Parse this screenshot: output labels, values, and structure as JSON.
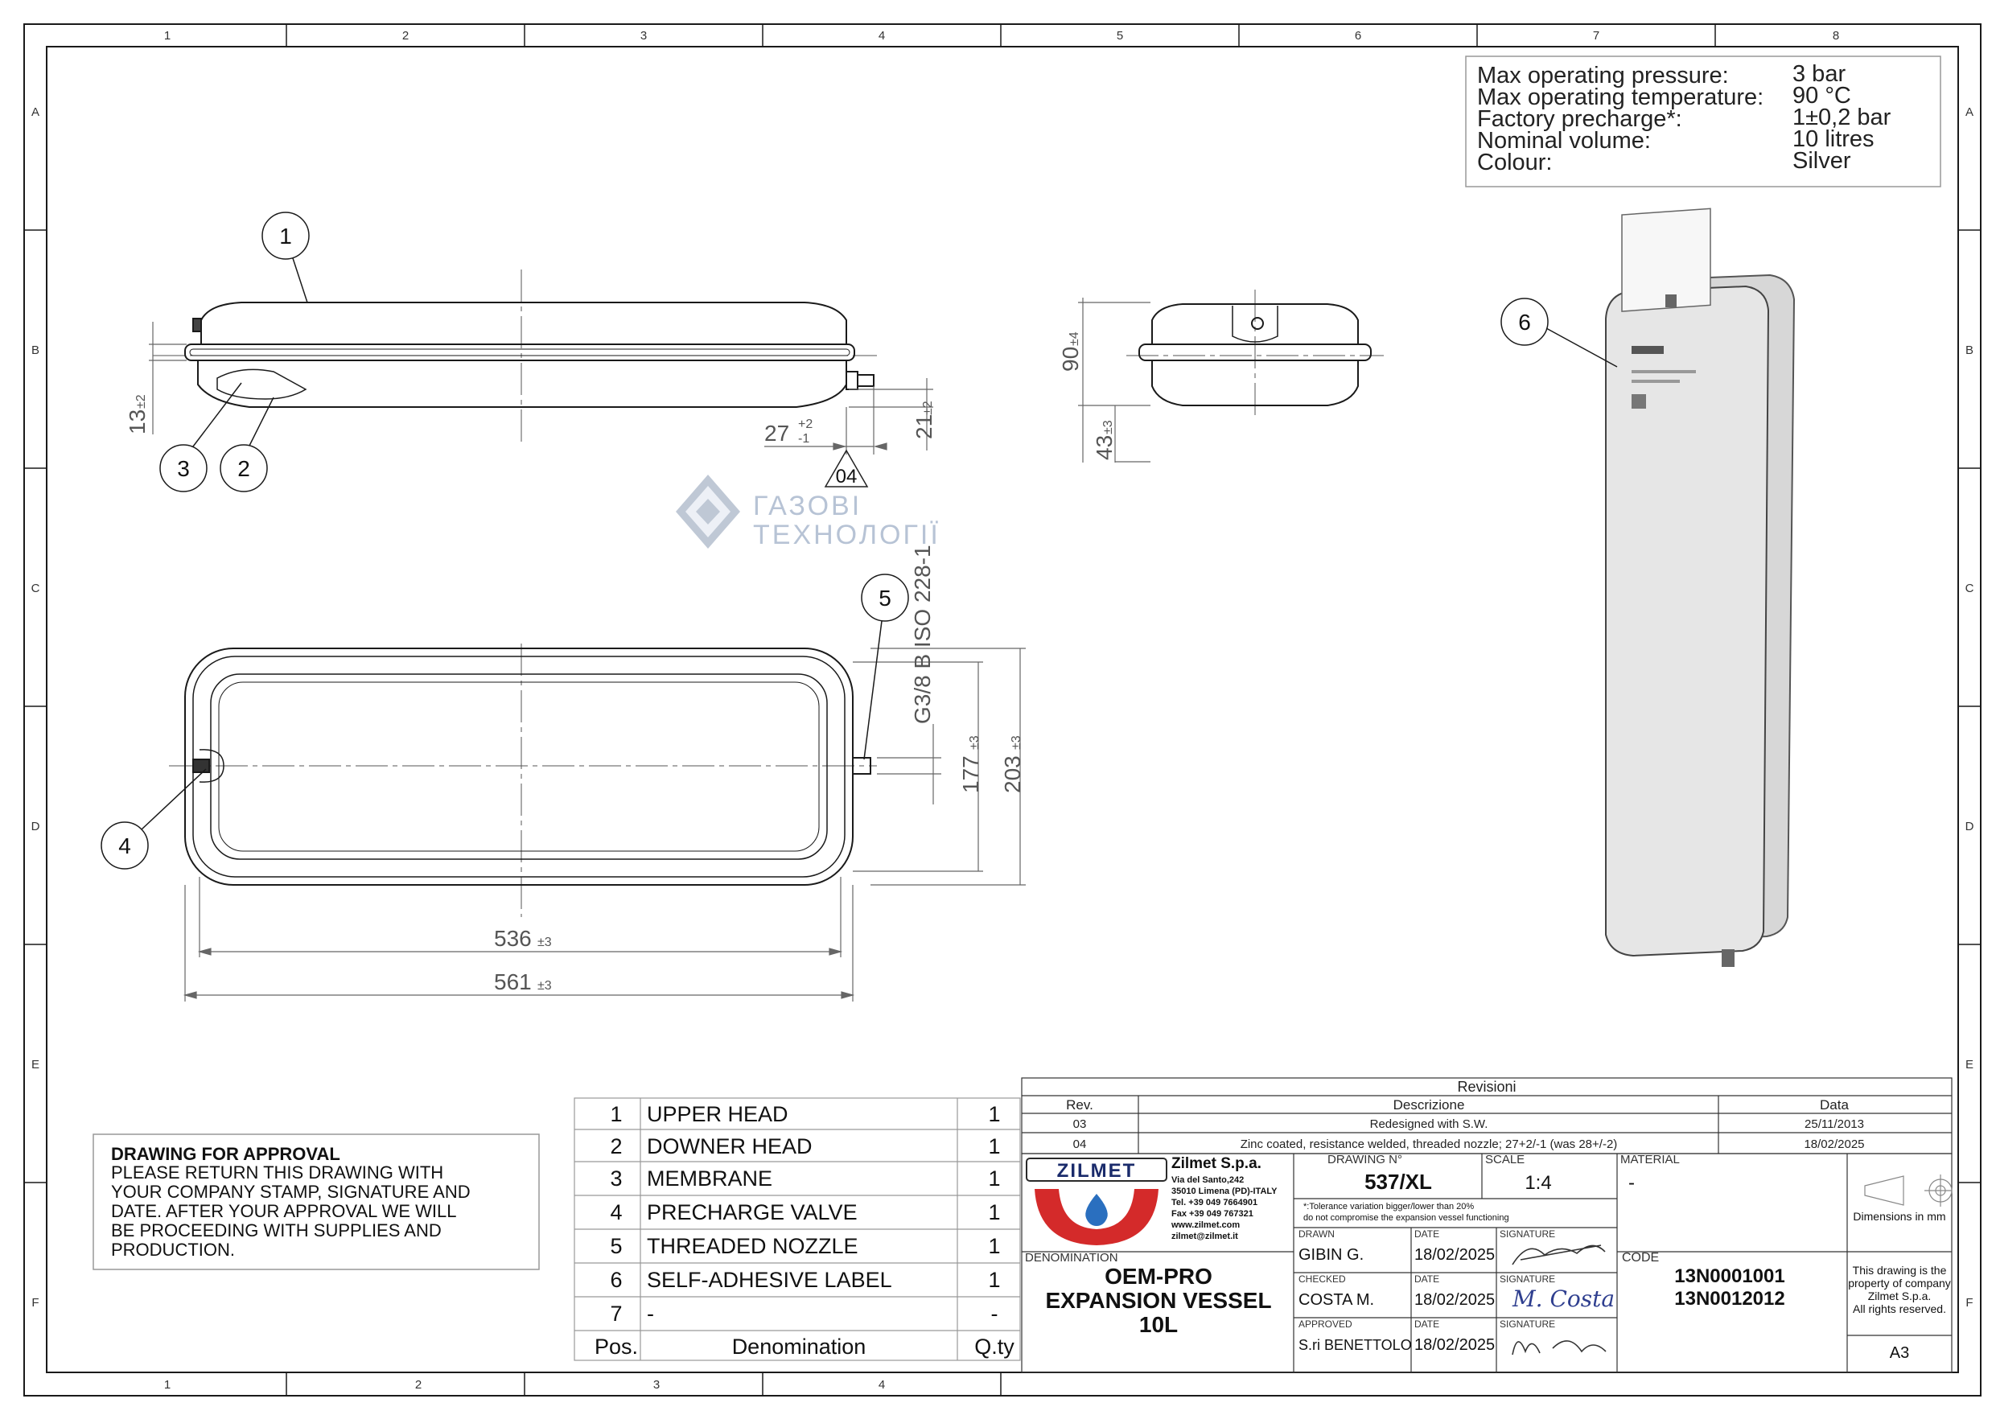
{
  "border": {
    "columns_top": [
      "1",
      "2",
      "3",
      "4",
      "5",
      "6",
      "7",
      "8"
    ],
    "columns_bottom": [
      "1",
      "2",
      "3",
      "4"
    ],
    "rows": [
      "A",
      "B",
      "C",
      "D",
      "E",
      "F"
    ]
  },
  "specs": [
    {
      "label": "Max operating pressure:",
      "value": "3 bar"
    },
    {
      "label": "Max operating temperature:",
      "value": "90 °C"
    },
    {
      "label": "Factory precharge*:",
      "value": "1±0,2 bar"
    },
    {
      "label": "Nominal volume:",
      "value": "10 litres"
    },
    {
      "label": "Colour:",
      "value": "Silver"
    }
  ],
  "balloons": [
    "1",
    "2",
    "3",
    "4",
    "5",
    "6"
  ],
  "dimensions": {
    "d13": {
      "value": "13",
      "tol": "±2"
    },
    "d27": {
      "value": "27",
      "tol_up": "+2",
      "tol_down": "-1"
    },
    "d21": {
      "value": "21",
      "tol": "±2"
    },
    "d90": {
      "value": "90",
      "tol": "±4"
    },
    "d43": {
      "value": "43",
      "tol": "±3"
    },
    "d177": {
      "value": "177",
      "tol": "±3"
    },
    "d203": {
      "value": "203",
      "tol": "±3"
    },
    "d536": {
      "value": "536",
      "tol": "±3"
    },
    "d561": {
      "value": "561",
      "tol": "±3"
    },
    "thread": "G3/8 B ISO 228-1",
    "rev_marker": "04"
  },
  "watermark": {
    "line1": "ГАЗОВІ",
    "line2": "ТЕХНОЛОГІЇ"
  },
  "approval_note": {
    "title": "DRAWING FOR APPROVAL",
    "lines": [
      "PLEASE RETURN THIS DRAWING WITH",
      "YOUR COMPANY STAMP, SIGNATURE AND",
      "DATE. AFTER YOUR APPROVAL WE WILL",
      "BE PROCEEDING  WITH SUPPLIES AND",
      "PRODUCTION."
    ]
  },
  "parts": {
    "rows": [
      {
        "pos": "1",
        "name": "UPPER HEAD",
        "qty": "1"
      },
      {
        "pos": "2",
        "name": "DOWNER HEAD",
        "qty": "1"
      },
      {
        "pos": "3",
        "name": "MEMBRANE",
        "qty": "1"
      },
      {
        "pos": "4",
        "name": "PRECHARGE VALVE",
        "qty": "1"
      },
      {
        "pos": "5",
        "name": "THREADED NOZZLE",
        "qty": "1"
      },
      {
        "pos": "6",
        "name": "SELF-ADHESIVE LABEL",
        "qty": "1"
      },
      {
        "pos": "7",
        "name": "-",
        "qty": "-"
      }
    ],
    "header": {
      "pos": "Pos.",
      "name": "Denomination",
      "qty": "Q.ty"
    }
  },
  "revisions": {
    "title": "Revisioni",
    "header": {
      "rev": "Rev.",
      "desc": "Descrizione",
      "date": "Data"
    },
    "rows": [
      {
        "rev": "03",
        "desc": "Redesigned with S.W.",
        "date": "25/11/2013"
      },
      {
        "rev": "04",
        "desc": "Zinc coated, resistance welded, threaded nozzle; 27+2/-1 (was 28+/-2)",
        "date": "18/02/2025"
      }
    ]
  },
  "company": {
    "logo": "ZILMET",
    "name": "Zilmet S.p.a.",
    "address_lines": [
      "Via del Santo,242",
      "35010 Limena (PD)-ITALY",
      "Tel. +39 049 7664901",
      "Fax +39 049 767321",
      "www.zilmet.com",
      "zilmet@zilmet.it"
    ]
  },
  "title_block": {
    "drawing_no_label": "DRAWING N°",
    "drawing_no": "537/XL",
    "scale_label": "SCALE",
    "scale": "1:4",
    "material_label": "MATERIAL",
    "material": "-",
    "note_lines": [
      "*:Tolerance variation bigger/lower than 20%",
      "do not compromise the expansion vessel functioning"
    ],
    "drawn_label": "DRAWN",
    "drawn": "GIBIN G.",
    "checked_label": "CHECKED",
    "checked": "COSTA M.",
    "approved_label": "APPROVED",
    "approved": "S.ri BENETTOLO",
    "date_label": "DATE",
    "date": "18/02/2025",
    "signature_label": "SIGNATURE",
    "signature_text": "M. Costa",
    "denomination_label": "DENOMINATION",
    "denomination_lines": [
      "OEM-PRO",
      "EXPANSION VESSEL",
      "10L"
    ],
    "code_label": "CODE",
    "codes": [
      "13N0001001",
      "13N0012012"
    ],
    "units": "Dimensions in mm",
    "property_lines": [
      "This drawing is the",
      "property of company",
      "Zilmet S.p.a.",
      "All rights reserved."
    ],
    "format": "A3"
  },
  "colors": {
    "line": "#1a1a1a",
    "dim": "#666666",
    "logo_red": "#d42a2a",
    "logo_blue": "#2a6fbf",
    "watermark": "#9fb0c8"
  }
}
